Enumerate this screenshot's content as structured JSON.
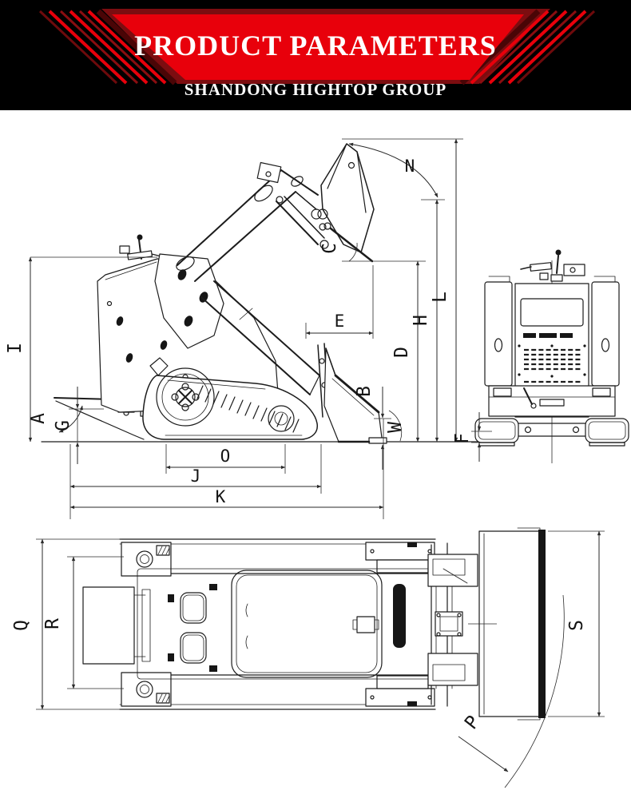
{
  "header": {
    "title": "PRODUCT PARAMETERS",
    "subtitle": "SHANDONG HIGHTOP GROUP",
    "colors": {
      "background": "#000000",
      "banner_red": "#e8000b",
      "banner_dark_red": "#7c0d10",
      "stripe_dark_red": "#8a0d10",
      "text": "#ffffff"
    }
  },
  "drawing": {
    "line_color": "#1c1c1c",
    "background": "#ffffff",
    "labels": {
      "A": "A",
      "B": "B",
      "C": "C",
      "D": "D",
      "E": "E",
      "F": "F",
      "G": "G",
      "H": "H",
      "I": "I",
      "J": "J",
      "K": "K",
      "L": "L",
      "N": "N",
      "O": "O",
      "P": "P",
      "Q": "Q",
      "R": "R",
      "S": "S",
      "W": "W"
    }
  }
}
